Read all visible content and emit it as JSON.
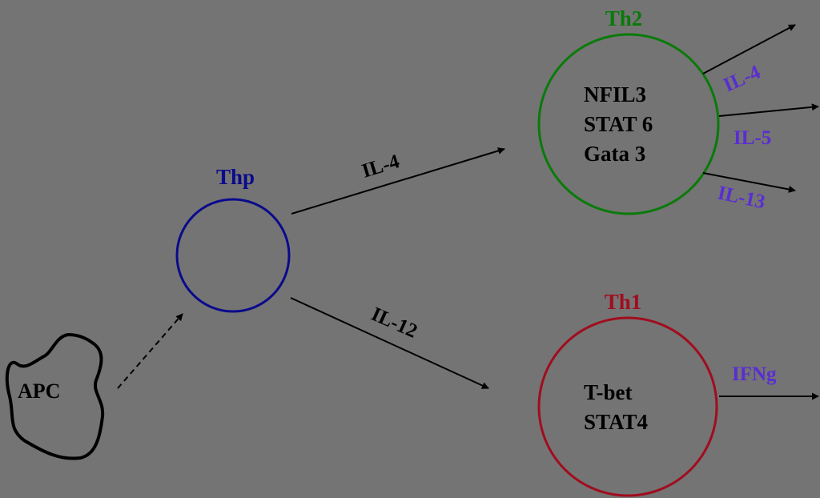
{
  "colors": {
    "background": "#747474",
    "thp": "#0a0a8c",
    "th2": "#0a7a0a",
    "th1": "#a00d1e",
    "cytokine": "#5a2dd2",
    "ink": "#000000"
  },
  "apc": {
    "label": "APC"
  },
  "thp": {
    "title": "Thp"
  },
  "signals": {
    "to_th2": "IL-4",
    "to_th1": "IL-12"
  },
  "th2": {
    "title": "Th2",
    "factors": [
      "NFIL3",
      "STAT 6",
      "Gata 3"
    ],
    "cytokines": [
      "IL-4",
      "IL-5",
      "IL-13"
    ]
  },
  "th1": {
    "title": "Th1",
    "factors": [
      "T-bet",
      "STAT4"
    ],
    "cytokines": [
      "IFNg"
    ]
  }
}
